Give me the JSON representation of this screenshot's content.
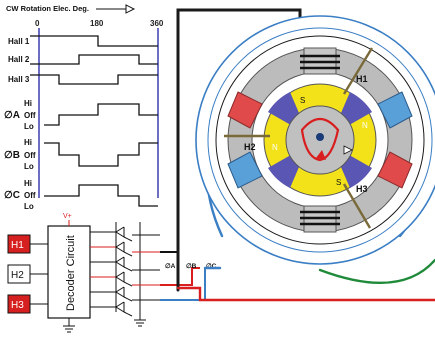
{
  "header": {
    "title": "CW Rotation Elec. Deg."
  },
  "ticks": [
    "0",
    "180",
    "360"
  ],
  "waveforms": {
    "hall1": {
      "label": "Hall 1"
    },
    "hall2": {
      "label": "Hall 2"
    },
    "hall3": {
      "label": "Hall 3"
    },
    "phaseA": {
      "symbol": "∅A",
      "hi": "Hi",
      "off": "Off",
      "lo": "Lo"
    },
    "phaseB": {
      "symbol": "∅B",
      "hi": "Hi",
      "off": "Off",
      "lo": "Lo"
    },
    "phaseC": {
      "symbol": "∅C",
      "hi": "Hi",
      "off": "Off",
      "lo": "Lo"
    }
  },
  "decoder": {
    "label": "Decoder Circuit",
    "supply": "V+",
    "inputs": [
      "H1",
      "H2",
      "H3"
    ]
  },
  "phase_labels": [
    "∅A",
    "∅B",
    "∅C"
  ],
  "motor": {
    "sensors": [
      "H1",
      "H2",
      "H3"
    ],
    "north_label": "N",
    "south_label": "S"
  },
  "colors": {
    "red_wire": "#d81e1e",
    "green_wire": "#1f8a3a",
    "blue_wire": "#3a7ec4",
    "black_wire": "#1a1a1a",
    "rotor_yellow": "#f3e21a",
    "rotor_purple": "#5a56b3",
    "stator_gray": "#b8b8b8",
    "pole_red": "#e04a4a",
    "pole_blue": "#5aa0d8",
    "hall_red_fill": "#d61f1f"
  }
}
